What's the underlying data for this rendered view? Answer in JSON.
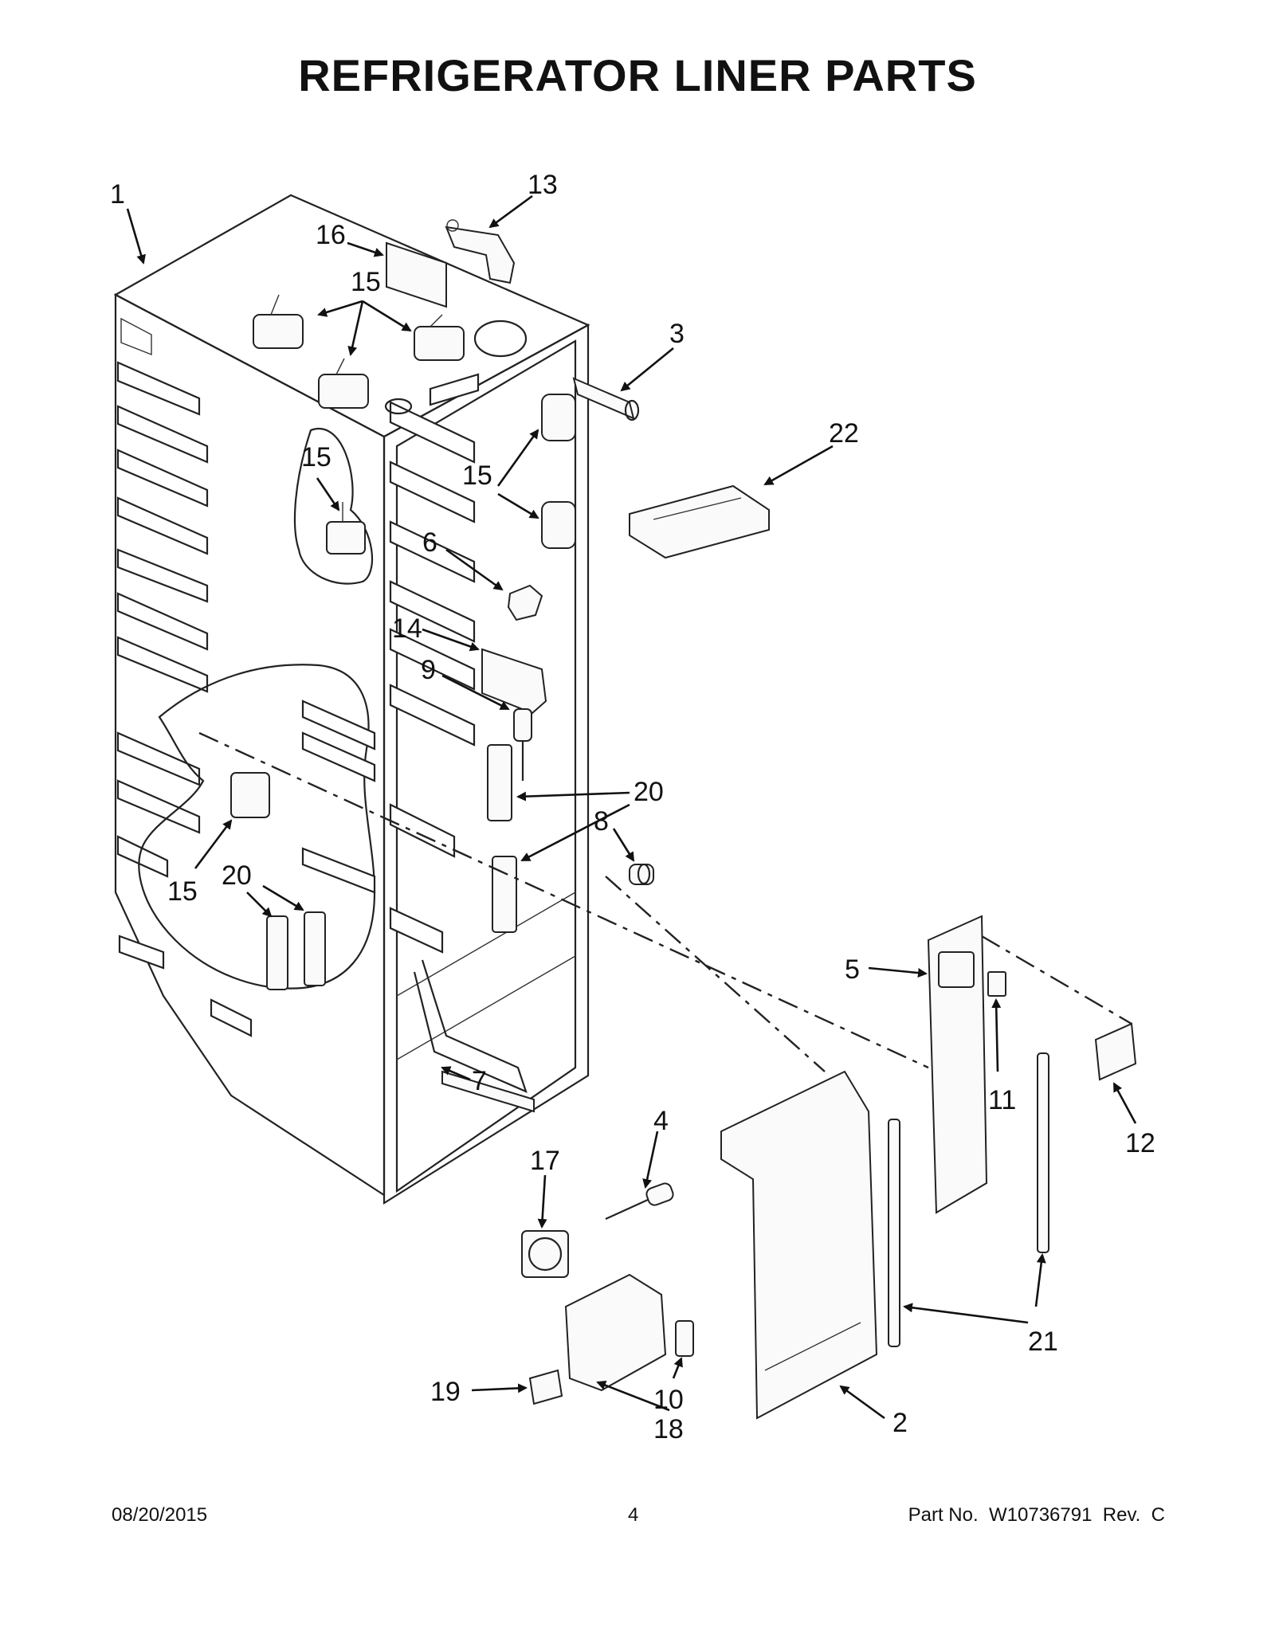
{
  "page": {
    "title": "REFRIGERATOR LINER PARTS",
    "date": "08/20/2015",
    "page_number": "4",
    "part_number": "Part No.  W10736791  Rev.  C"
  },
  "callouts": {
    "c1": "1",
    "c2": "2",
    "c3": "3",
    "c4": "4",
    "c5": "5",
    "c6": "6",
    "c7": "7",
    "c8": "8",
    "c9": "9",
    "c10": "10",
    "c11": "11",
    "c12": "12",
    "c13": "13",
    "c14": "14",
    "c15a": "15",
    "c15b": "15",
    "c15c": "15",
    "c15d": "15",
    "c16": "16",
    "c17": "17",
    "c18": "18",
    "c19": "19",
    "c20a": "20",
    "c20b": "20",
    "c21": "21",
    "c22": "22"
  }
}
